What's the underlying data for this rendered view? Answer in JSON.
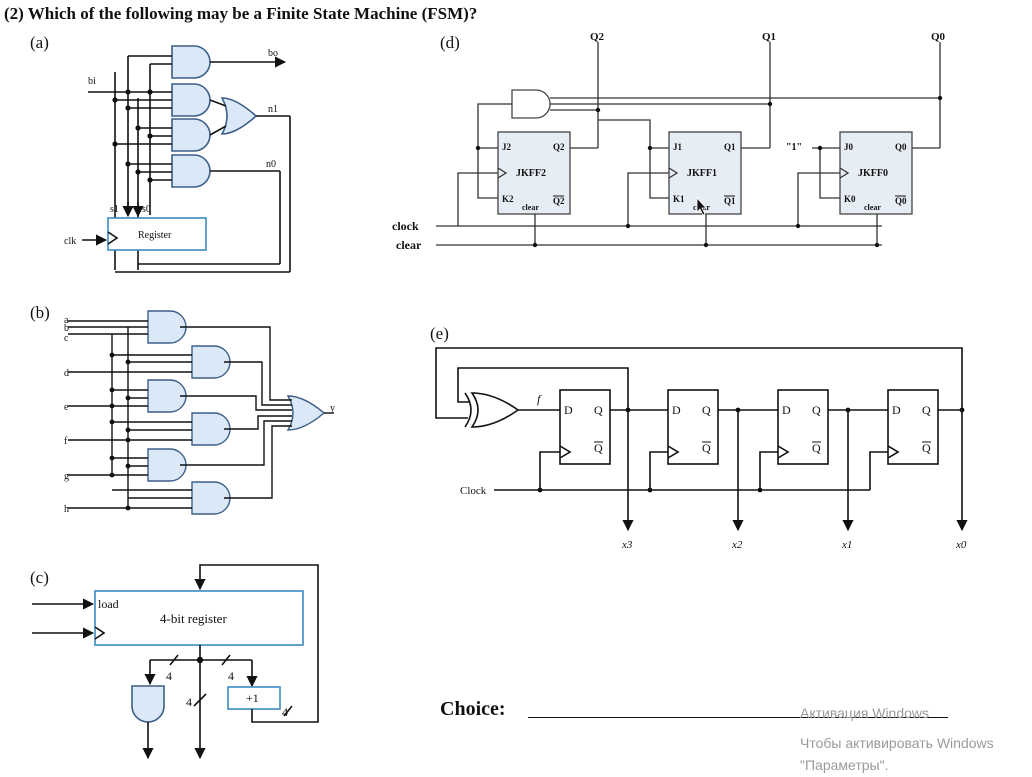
{
  "question": {
    "title": "(2)  Which of the following may be a Finite State Machine (FSM)?"
  },
  "panel_a": {
    "label": "(a)",
    "bo": "bo",
    "bi": "bi",
    "n1": "n1",
    "n0": "n0",
    "s1": "s1",
    "s0": "s0",
    "clk": "clk",
    "register": "Register"
  },
  "panel_b": {
    "label": "(b)",
    "inputs": [
      "a",
      "b",
      "c",
      "d",
      "e",
      "f",
      "g",
      "h"
    ],
    "output": "y"
  },
  "panel_c": {
    "label": "(c)",
    "load": "load",
    "register": "4-bit register",
    "width": "4",
    "incr": "+1"
  },
  "panel_d": {
    "label": "(d)",
    "q_top": [
      "Q2",
      "Q1",
      "Q0"
    ],
    "flipflops": [
      {
        "name": "JKFF2",
        "j": "J2",
        "k": "K2",
        "q": "Q2",
        "qbar": "Q2"
      },
      {
        "name": "JKFF1",
        "j": "J1",
        "k": "K1",
        "q": "Q1",
        "qbar": "Q1"
      },
      {
        "name": "JKFF0",
        "j": "J0",
        "k": "K0",
        "q": "Q0",
        "qbar": "Q0"
      }
    ],
    "clear_small": "clear",
    "one": "\"1\"",
    "clock": "clock",
    "clear": "clear"
  },
  "panel_e": {
    "label": "(e)",
    "f": "f",
    "d": "D",
    "q": "Q",
    "qbar": "Q",
    "clock": "Clock",
    "outputs": [
      "x3",
      "x2",
      "x1",
      "x0"
    ]
  },
  "choice": {
    "label": "Choice:"
  },
  "overlay": {
    "line1": "Активация Windows",
    "line2": "Чтобы активировать Windows",
    "line3": "\"Параметры\"."
  }
}
